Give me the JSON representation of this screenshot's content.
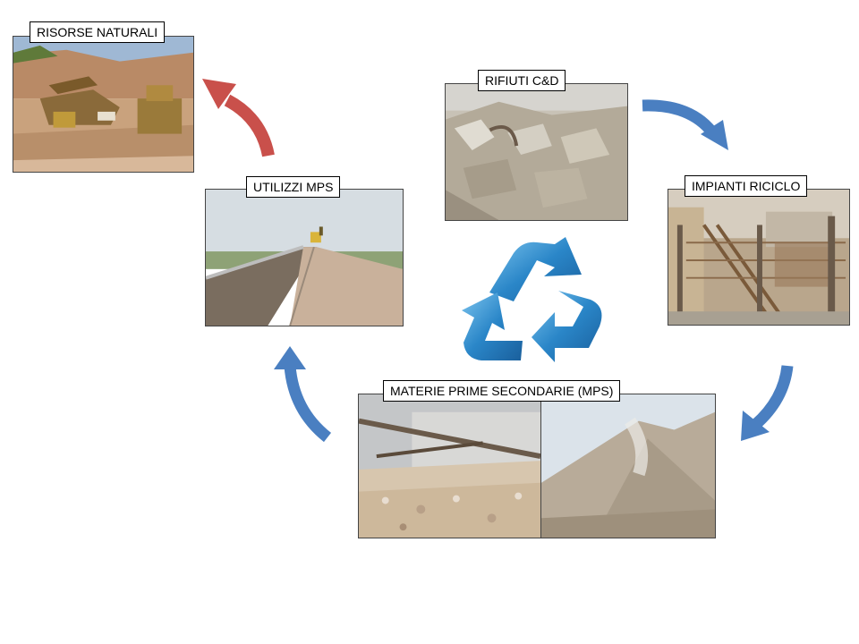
{
  "nodes": {
    "risorse_naturali": {
      "label": "RISORSE NATURALI"
    },
    "rifiuti_cd": {
      "label": "RIFIUTI C&D"
    },
    "impianti_riciclo": {
      "label": "IMPIANTI RICICLO"
    },
    "materie_prime_secondarie": {
      "label": "MATERIE PRIME SECONDARIE (MPS)"
    },
    "utilizzi_mps": {
      "label": "UTILIZZI MPS"
    }
  },
  "colors": {
    "cycle_arrow": "#4a7fc1",
    "return_arrow": "#c9504b",
    "recycle_symbol": "#2a86c8"
  },
  "icons": {
    "center": "recycle-icon"
  }
}
